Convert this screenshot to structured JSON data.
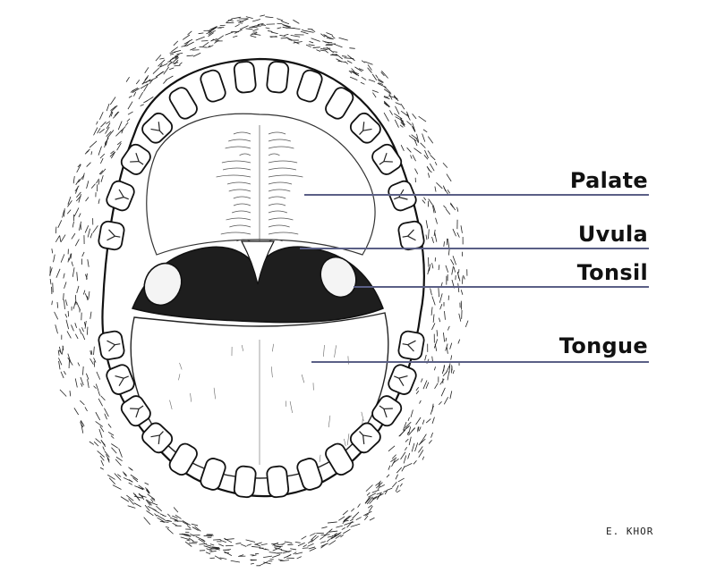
{
  "labels": {
    "palate": "Palate",
    "uvula": "Uvula",
    "tonsil": "Tonsil",
    "tongue": "Tongue"
  },
  "signature": "E. KHOR",
  "colors": {
    "leader_line": "#5a5f86",
    "ink": "#111111",
    "throat_shadow": "#1e1e1e",
    "background": "#ffffff"
  }
}
